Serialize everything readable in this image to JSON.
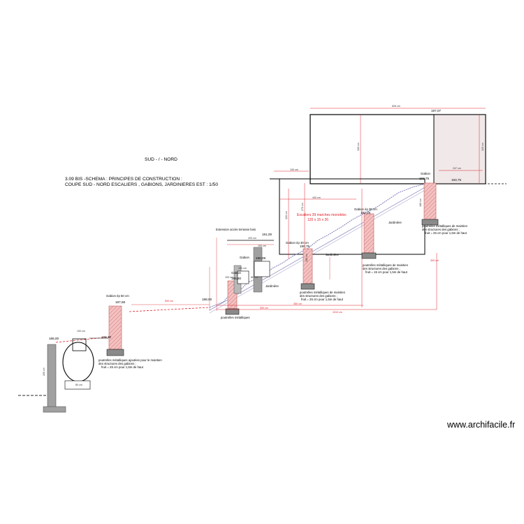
{
  "title": {
    "orientation": "SUD  - / -   NORD",
    "line1": "3.09 BIS -SCHEMA   : PRINCIPES  DE CONSTRUCTION  :",
    "line2": "COUPE  SUD - NORD  ESCALIERS , GABIONS, JARDINIERES  EST  : 1/50"
  },
  "stairs_note": {
    "line1": "Escaliers  39 marches monobloc",
    "line2": "120 x 15 x 26"
  },
  "labels": {
    "extension_terrasse": "Extension accès terrasse bois",
    "gabion_top": "Gabion",
    "gabion_ep30_upper": "Gabion ép 30 cm",
    "gabion_ep30_mid": "Gabion ép 30 cm",
    "gabion_ep50": "Gabion ép 50 cm",
    "gabion_small_1": "Gabion",
    "gabion_small_2": "Gabion",
    "jardiniere_upper": "Jardinière",
    "jardiniere_mid": "Jardinière",
    "jardiniere_low": "Jardinière",
    "poutrelles_metal": "poutrelles métalliques",
    "note_right_1": "poutrelles métalliques de maintien",
    "note_right_2": "des structures des gabions ;",
    "note_right_3": "fruit = 25 cm pour 1,5m de haut",
    "note_mid_1": "poutrelles métalliques de maintien",
    "note_mid_2": "des structures des gabions ;",
    "note_mid_3": "fruit = 15 cm pour 1,5m de haut",
    "note_low_1": "poutrelles métalliques de maintien",
    "note_low_2": "des structures des gabions ;",
    "note_low_3": "fruit = 25 cm pour 1,5m de haut",
    "note_left_1": "poutrelles métalliques ajoutées pour le  maintien",
    "note_left_2": "des structures des gabions ;",
    "note_left_3": "fruit = 25 cm pour 1,5m de haut"
  },
  "elevations": {
    "top_right": "197,07",
    "gabion_right": "193,75",
    "level_right": "193,75",
    "upper_gabion": "192,28",
    "mid_gabion": "190,75",
    "extension": "191,00",
    "small_gabion": "190,08",
    "gabion_left": "186,80",
    "mid_path": "188,00",
    "gabion_ep50": "187,68",
    "lower_left": "186,00",
    "lower_left_2": "184,30"
  },
  "dimensions": {
    "top_width": "626 cm",
    "right_span": "247 cm",
    "house_height": "330 cm",
    "right_height": "320 cm",
    "deck_100": "100 cm",
    "span_440": "440 cm",
    "height_320": "320 cm",
    "height_270": "270 cm",
    "ext_200": "200 cm",
    "ext_100": "100 cm",
    "gab_100": "100 cm",
    "gab_80": "80 cm",
    "small_100": "100 cm",
    "path_500": "500 cm",
    "path_350": "350 cm",
    "bottom_500": "500 cm",
    "bottom_1010": "1010 cm",
    "left_100": "100 cm",
    "left_200": "200 cm",
    "left_80": "80 cm",
    "right_300": "300 cm",
    "mid_165": "165 cm",
    "height_180": "180 cm"
  },
  "watermark": "www.archifacile.fr",
  "colors": {
    "gabion_fill": "#f2b8b8",
    "gabion_hatch": "#d98080",
    "dim_red": "#e0202a",
    "grey_block": "#a0a0a0",
    "footing": "#8a8a8a",
    "stair_line": "#7070b0"
  }
}
